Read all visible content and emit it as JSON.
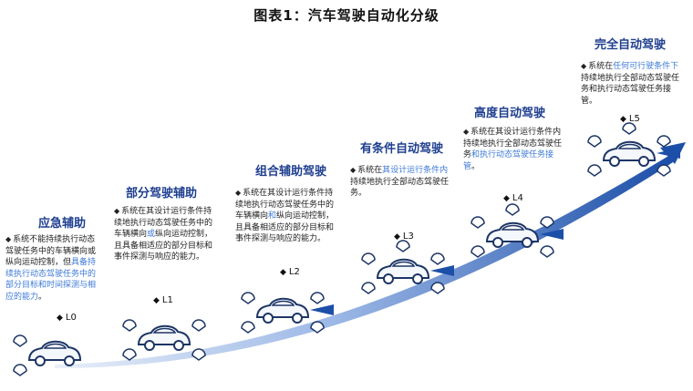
{
  "title": "图表1：汽车驾驶自动化分级",
  "colors": {
    "stage_title": "#1f3f8f",
    "highlight": "#3d7ad6",
    "arrow_dark": "#1c4fa8",
    "arrow_light": "#dbe6f7",
    "car_outline": "#1d3566"
  },
  "bullet_icon": "diamond-icon",
  "levels": [
    {
      "id": "L0",
      "name": "应急辅助",
      "label": "L0",
      "desc": [
        {
          "text": "系统不能持续执行动态驾驶任务中的车辆横向或纵向运动控制，但",
          "hl": false
        },
        {
          "text": "具备持续执行动态驾驶任务中的部分目标和时间探测与相应的能力",
          "hl": true
        },
        {
          "text": "。",
          "hl": false
        }
      ]
    },
    {
      "id": "L1",
      "name": "部分驾驶辅助",
      "label": "L1",
      "desc": [
        {
          "text": "系统在其设计运行条件持续地执行动态驾驶任务中的车辆横向",
          "hl": false
        },
        {
          "text": "或",
          "hl": true
        },
        {
          "text": "纵向运动控制，且具备相适应的部分目标和事件探测与响应的能力。",
          "hl": false
        }
      ]
    },
    {
      "id": "L2",
      "name": "组合辅助驾驶",
      "label": "L2",
      "desc": [
        {
          "text": "系统在其设计运行条件持续地执行动态驾驶任务中的车辆横向",
          "hl": false
        },
        {
          "text": "和",
          "hl": true
        },
        {
          "text": "纵向运动控制，且具备相适应的部分目标和事件探测与响应的能力。",
          "hl": false
        }
      ]
    },
    {
      "id": "L3",
      "name": "有条件自动驾驶",
      "label": "L3",
      "desc": [
        {
          "text": "系统在",
          "hl": false
        },
        {
          "text": "其设计运行条件内",
          "hl": true
        },
        {
          "text": "持续地执行全部动态驾驶任务。",
          "hl": false
        }
      ]
    },
    {
      "id": "L4",
      "name": "高度自动驾驶",
      "label": "L4",
      "desc": [
        {
          "text": "系统在其设计运行条件内持续地执行全部动态驾驶任务",
          "hl": false
        },
        {
          "text": "和执行动态驾驶任务接管",
          "hl": true
        },
        {
          "text": "。",
          "hl": false
        }
      ]
    },
    {
      "id": "L5",
      "name": "完全自动驾驶",
      "label": "L5",
      "desc": [
        {
          "text": "系统在",
          "hl": false
        },
        {
          "text": "任何可行驶条件下",
          "hl": true
        },
        {
          "text": "持续地执行全部动态驾驶任务和执行动态驾驶任务接管。",
          "hl": false
        }
      ]
    }
  ]
}
